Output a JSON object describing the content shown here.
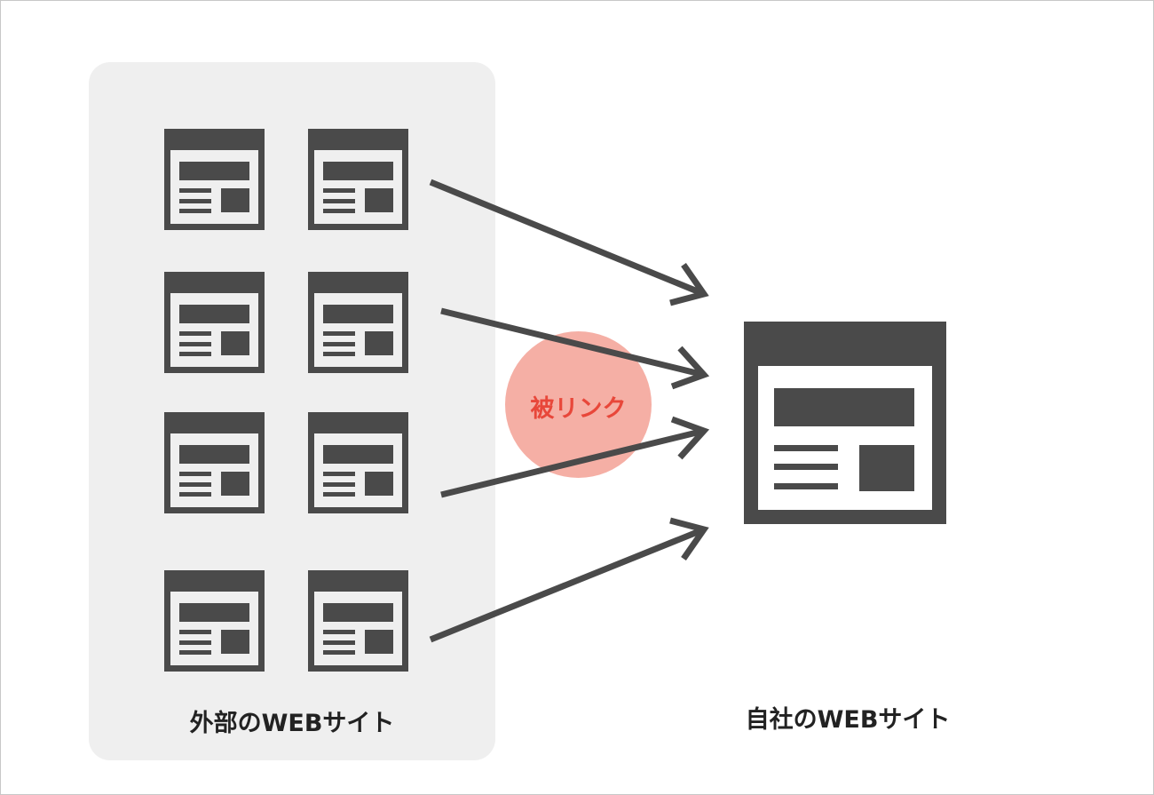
{
  "diagram": {
    "external_label": "外部のWEBサイト",
    "own_label": "自社のWEBサイト",
    "badge_label": "被リンク",
    "icon": "webpage-icon",
    "colors": {
      "icon": "#4a4a4a",
      "panel": "#efefef",
      "badge": "#f08474",
      "badge_text": "#e8473a",
      "arrow": "#4a4a4a"
    }
  }
}
